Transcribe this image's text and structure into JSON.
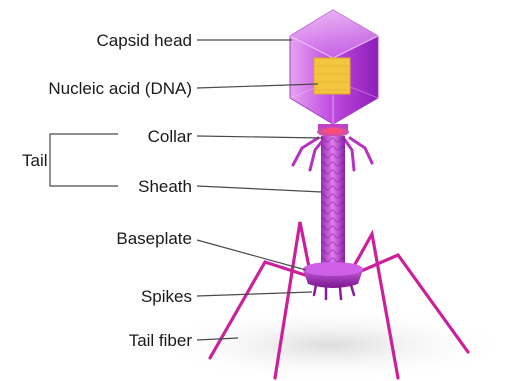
{
  "labels": {
    "capsid_head": "Capsid head",
    "nucleic_acid": "Nucleic acid (DNA)",
    "collar": "Collar",
    "tail": "Tail",
    "sheath": "Sheath",
    "baseplate": "Baseplate",
    "spikes": "Spikes",
    "tail_fiber": "Tail fiber"
  },
  "colors": {
    "capsid": "#c64fe0",
    "dna": "#f2c640",
    "tail": "#c040c8",
    "fiber": "#cc1f9a",
    "text": "#1a1a1a",
    "leader": "#4a4a4a"
  }
}
